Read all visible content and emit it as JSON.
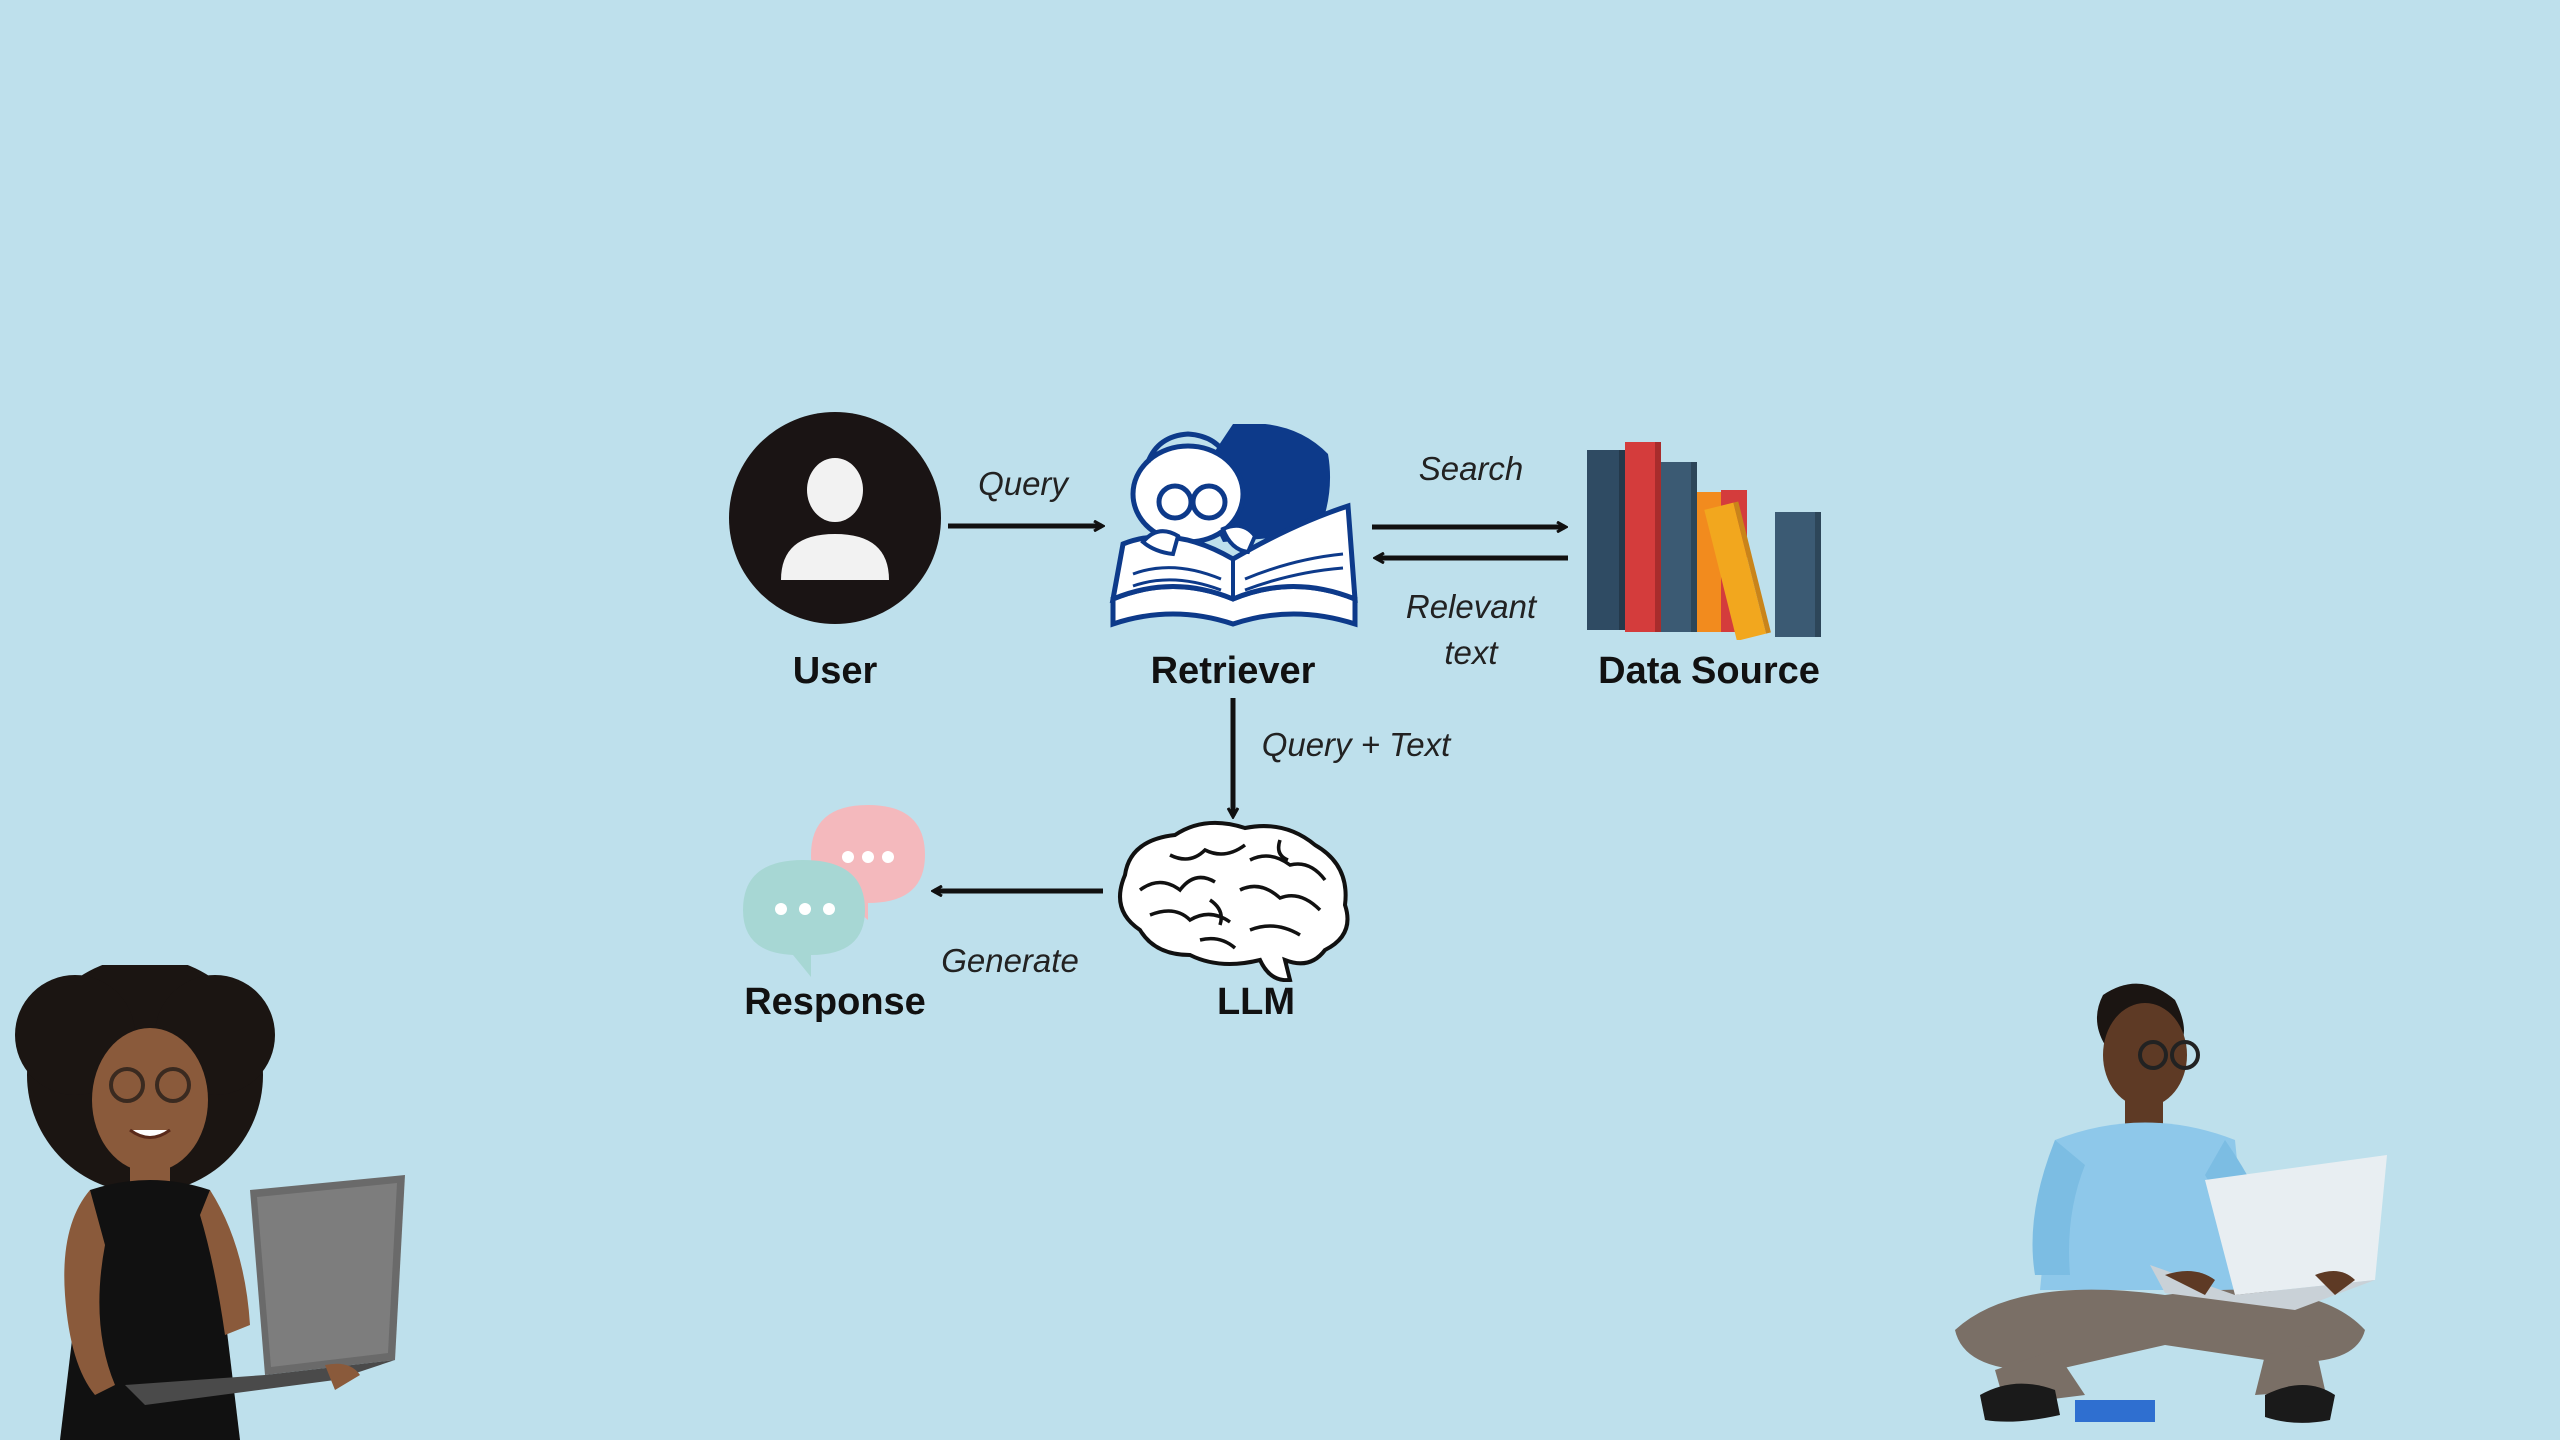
{
  "nodes": {
    "user": "User",
    "retriever": "Retriever",
    "data_source": "Data Source",
    "llm": "LLM",
    "response": "Response"
  },
  "edges": {
    "query": "Query",
    "search": "Search",
    "relevant_text_line1": "Relevant",
    "relevant_text_line2": "text",
    "query_text": "Query + Text",
    "generate": "Generate"
  },
  "colors": {
    "background": "#bee0ec",
    "user_icon": "#1a1414",
    "retriever_ink": "#0d3a8a",
    "bubble_pink": "#f4b9bd",
    "bubble_teal": "#a7d7d4",
    "book_colors": [
      "#2f4b63",
      "#d43c3c",
      "#3b5a73",
      "#f28b1e",
      "#d43c3c",
      "#f2a71e",
      "#3b5a73"
    ]
  },
  "illustrations": [
    "woman-with-laptop",
    "man-with-laptop"
  ]
}
